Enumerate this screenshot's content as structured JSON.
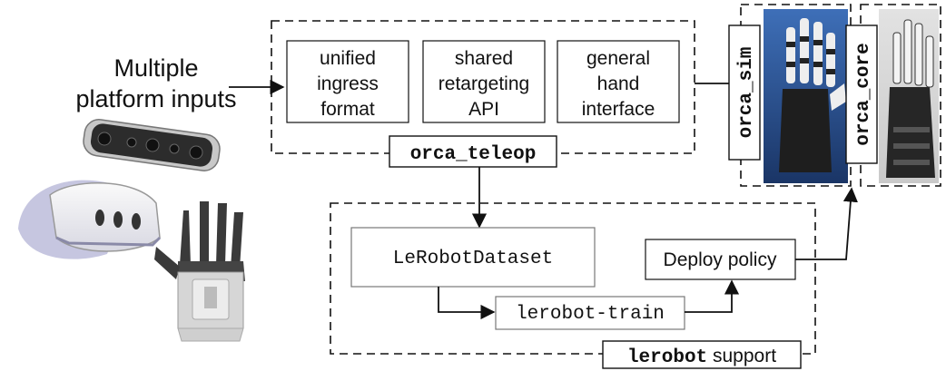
{
  "inputs_label": {
    "line1": "Multiple",
    "line2": "platform inputs"
  },
  "teleop": {
    "modules": [
      {
        "line1": "unified",
        "line2": "ingress",
        "line3": "format"
      },
      {
        "line1": "shared",
        "line2": "retargeting",
        "line3": "API"
      },
      {
        "line1": "general",
        "line2": "hand",
        "line3": "interface"
      }
    ],
    "label": "orca_teleop"
  },
  "sim": {
    "label": "orca_sim"
  },
  "core": {
    "label": "orca_core"
  },
  "lerobot": {
    "dataset": "LeRobotDataset",
    "train": "lerobot-train",
    "deploy": "Deploy policy",
    "label_bold": "lerobot",
    "label_rest": " support"
  },
  "icons": [
    "depth-camera-icon",
    "vr-headset-icon",
    "data-glove-icon",
    "sim-hand-image",
    "robot-hand-image"
  ]
}
